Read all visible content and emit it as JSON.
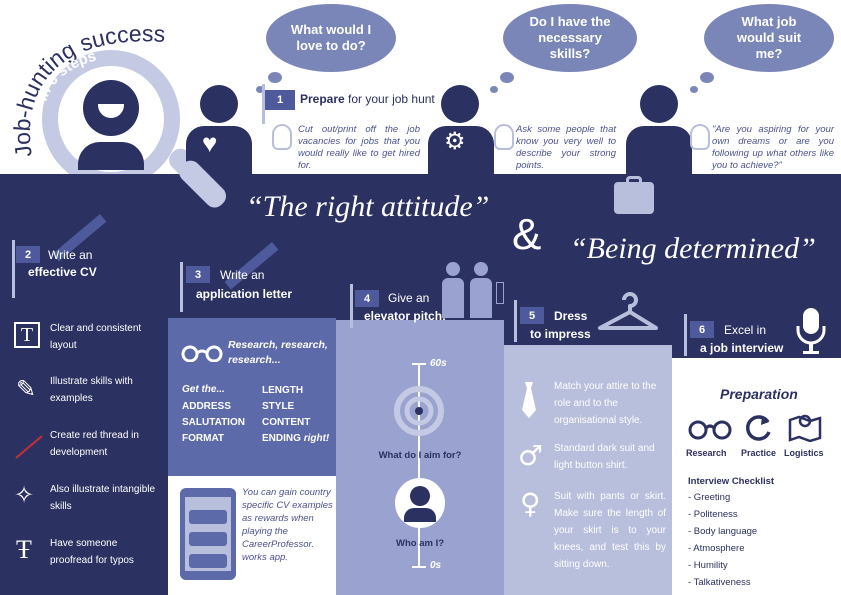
{
  "header": {
    "title_main": "Job-hunting success",
    "title_sub": "in 6 steps"
  },
  "bubbles": [
    {
      "text": "What would I love to do?"
    },
    {
      "text": "Do I have the necessary skills?"
    },
    {
      "text": "What job would suit me?"
    }
  ],
  "step1": {
    "num": "1",
    "bold": "Prepare",
    "rest": "for your job hunt"
  },
  "prep_notes": [
    "Cut out/print off the job vacancies for jobs that you would really like to get hired for.",
    "Ask some people that know you very well to describe your strong points.",
    "\"Are you aspiring for your own dreams or are you following up what others like you to achieve?\""
  ],
  "quotes": {
    "left": "“The right attitude”",
    "amp": "&",
    "right": "“Being determined”"
  },
  "step2": {
    "num": "2",
    "line1": "Write an",
    "line2": "effective CV",
    "items": [
      {
        "icon": "text-box-icon",
        "text": "Clear and consistent layout"
      },
      {
        "icon": "paint-brush-icon",
        "text": "Illustrate skills with examples"
      },
      {
        "icon": "red-thread-icon",
        "text": "Create red thread in development"
      },
      {
        "icon": "sparkle-icon",
        "text": "Also illustrate intangible skills"
      },
      {
        "icon": "strikethrough-t-icon",
        "text": "Have someone proofread for typos"
      }
    ]
  },
  "step3": {
    "num": "3",
    "line1": "Write an",
    "line2": "application letter",
    "research": "Research, research, research...",
    "get_the": "Get the...",
    "left_list": [
      "ADDRESS",
      "SALUTATION",
      "FORMAT"
    ],
    "right_list": [
      "LENGTH",
      "STYLE",
      "CONTENT"
    ],
    "ending": "ENDING",
    "ending_em": "right!",
    "app_note": "You can gain country specific CV examples as rewards when playing the CareerProfessor. works app."
  },
  "step4": {
    "num": "4",
    "line1": "Give an",
    "line2": "elevator pitch!",
    "top_label": "60s",
    "bottom_label": "0s",
    "aim_label": "What do I aim for?",
    "who_label": "Who am I?"
  },
  "step5": {
    "num": "5",
    "line1": "Dress",
    "line2": "to impress",
    "items": [
      {
        "icon": "tie-icon",
        "text": "Match your attire to the role and to the organisational style."
      },
      {
        "icon": "male-symbol-icon",
        "text": "Standard dark suit and light button shirt."
      },
      {
        "icon": "female-symbol-icon",
        "text": "Suit with pants or skirt. Make sure the length of your skirt is to your knees, and test this by sitting down."
      }
    ]
  },
  "step6": {
    "num": "6",
    "line1": "Excel in",
    "line2": "a job interview",
    "prep_title": "Preparation",
    "prep_icons": [
      {
        "icon": "glasses-icon",
        "label": "Research"
      },
      {
        "icon": "refresh-icon",
        "label": "Practice"
      },
      {
        "icon": "map-pin-icon",
        "label": "Logistics"
      }
    ],
    "checklist_title": "Interview Checklist",
    "checklist": [
      "- Greeting",
      "- Politeness",
      "- Body language",
      "- Atmosphere",
      "- Humility",
      "- Talkativeness"
    ]
  },
  "colors": {
    "navy": "#2b3160",
    "mid": "#5c6aa9",
    "light": "#9aa3cf",
    "pale": "#b8bfdc",
    "accent_red": "#c0303a"
  }
}
